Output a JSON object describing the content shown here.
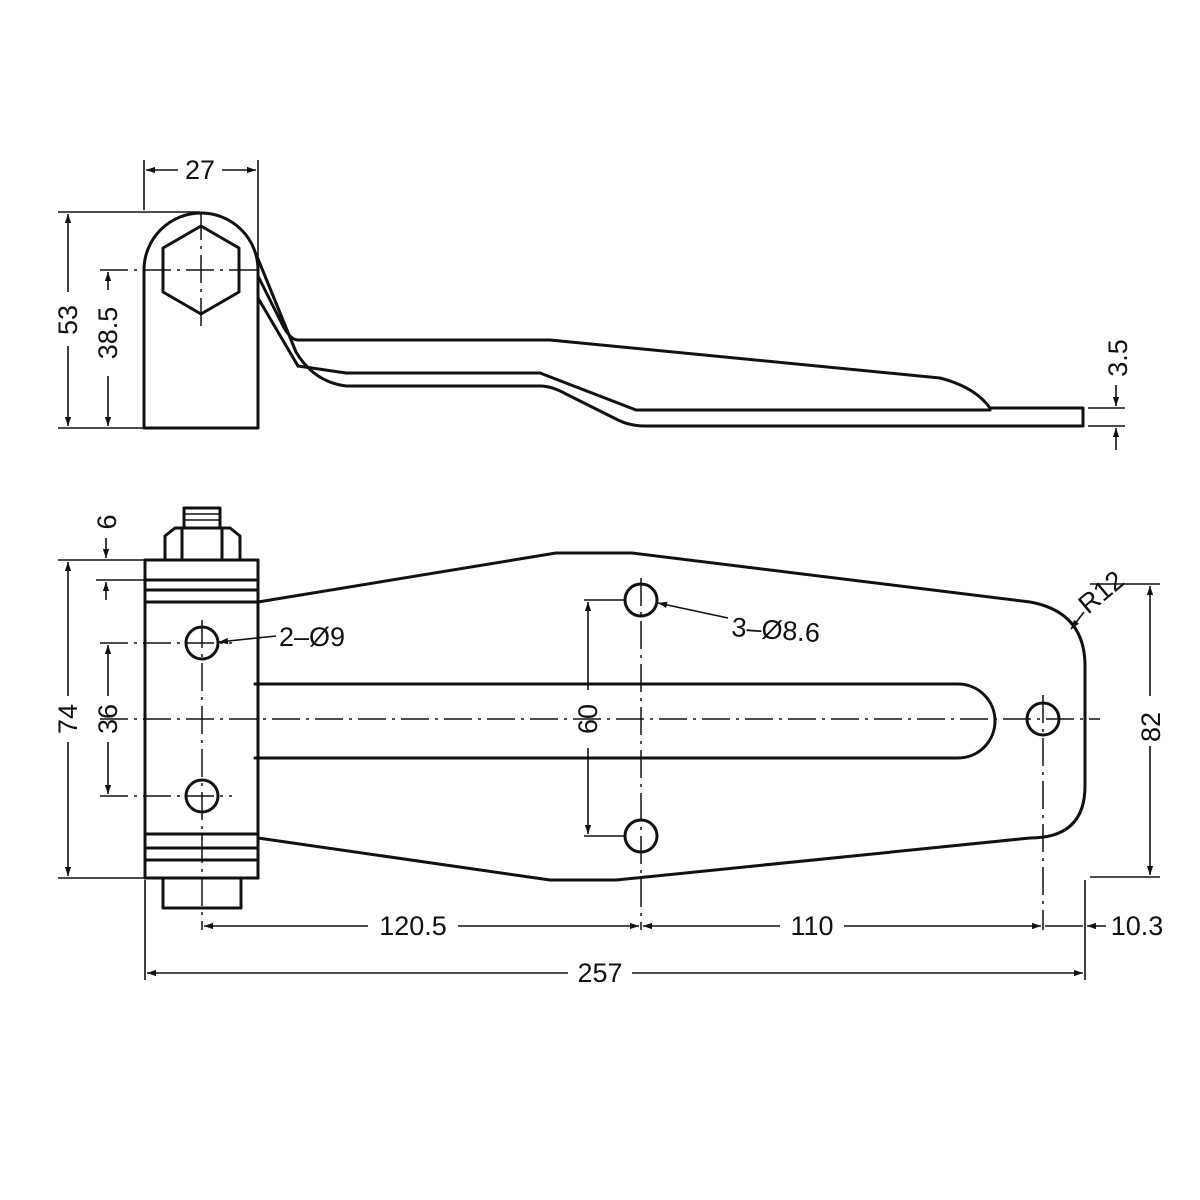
{
  "dimensions": {
    "side_view": {
      "width_27": "27",
      "height_53": "53",
      "height_38_5": "38.5",
      "thickness_3_5": "3.5"
    },
    "plan_view": {
      "offset_6": "6",
      "height_74": "74",
      "spacing_36": "36",
      "spacing_60": "60",
      "height_82": "82",
      "holes_2_dia_9": "2–Ø9",
      "holes_3_dia_8_6": "3–Ø8.6",
      "radius_r12": "R12",
      "length_120_5": "120.5",
      "length_110": "110",
      "length_10_3": "10.3",
      "overall_257": "257"
    }
  }
}
